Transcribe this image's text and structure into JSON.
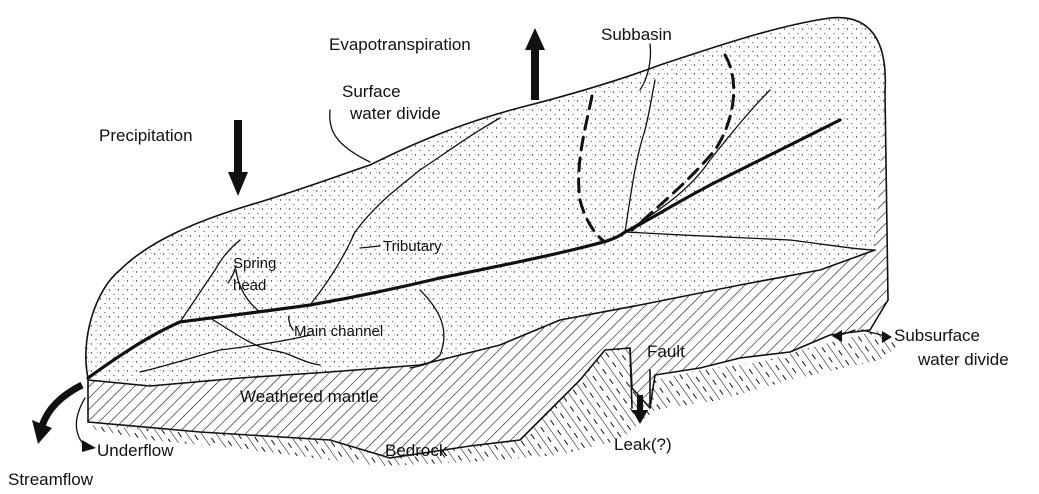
{
  "labels": {
    "evapotranspiration": "Evapotranspiration",
    "subbasin": "Subbasin",
    "surface_water_divide_1": "Surface",
    "surface_water_divide_2": "water divide",
    "precipitation": "Precipitation",
    "tributary": "Tributary",
    "spring_head_1": "Spring",
    "spring_head_2": "head",
    "main_channel": "Main channel",
    "fault": "Fault",
    "subsurface_water_divide_1": "Subsurface",
    "subsurface_water_divide_2": "water divide",
    "weathered_mantle": "Weathered mantle",
    "underflow": "Underflow",
    "bedrock": "Bedrock",
    "leak": "Leak(?)",
    "streamflow": "Streamflow"
  }
}
